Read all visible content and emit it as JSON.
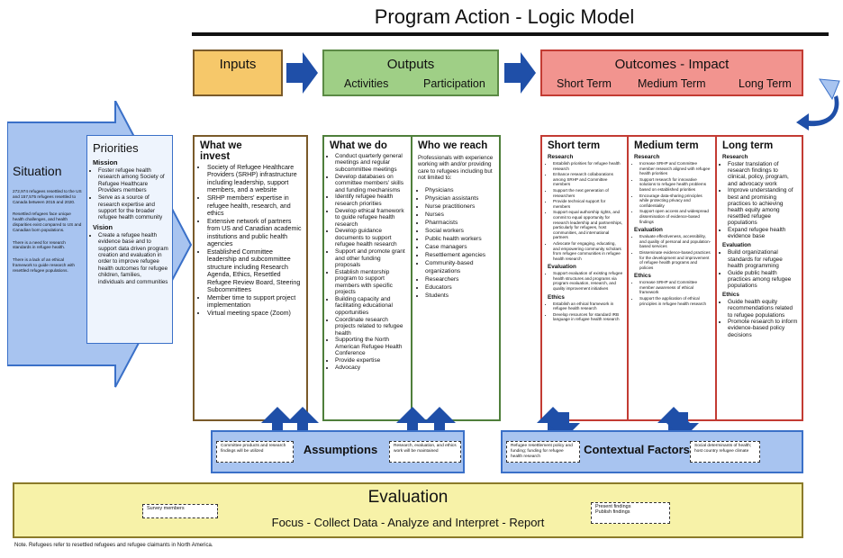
{
  "title": "Program Action - Logic Model",
  "headers": {
    "inputs": "Inputs",
    "outputs": "Outputs",
    "activities": "Activities",
    "participation": "Participation",
    "outcomes": "Outcomes - Impact",
    "short_term": "Short Term",
    "medium_term": "Medium Term",
    "long_term": "Long Term"
  },
  "situation": {
    "title": "Situation",
    "paragraphs": [
      "272,974 refugees resettled to the US and 157,575 refugees resettled to Canada between 2015 and 2020.",
      "Resettled refugees face unique health challenges, and health disparities exist compared to US and Canadian born populations.",
      "There is a need for research standards in refugee health.",
      "There is a lack of an ethical framework to guide research with resettled refugee populations."
    ]
  },
  "priorities": {
    "title": "Priorities",
    "mission_label": "Mission",
    "mission_items": [
      "Foster refugee health research among Society of Refugee Healthcare Providers members",
      "Serve as a source of research expertise and support for the broader refugee health community"
    ],
    "vision_label": "Vision",
    "vision_items": [
      "Create a refugee health evidence base and to support data driven program creation and evaluation in order to improve refugee health outcomes for refugee children, families, individuals and communities"
    ]
  },
  "invest": {
    "title_line1": "What we",
    "title_line2": "invest",
    "items": [
      "Society of Refugee Healthcare Providers (SRHP) infrastructure including leadership, support members, and a website",
      "SRHP members' expertise in refugee health, research, and ethics",
      "Extensive network of partners from US and Canadian academic institutions and public health agencies",
      "Established Committee leadership and subcommittee structure including Research Agenda, Ethics, Resettled Refugee Review Board, Steering Subcommittees",
      "Member time to support project implementation",
      "Virtual meeting space (Zoom)"
    ]
  },
  "do": {
    "title": "What we do",
    "items": [
      "Conduct quarterly general meetings and regular subcommittee meetings",
      "Develop databases on committee members' skills and funding mechanisms",
      "Identify refugee health research priorities",
      "Develop ethical framework to guide refugee health research",
      "Develop guidance documents to support refugee health research",
      "Support and promote grant and other funding proposals",
      "Establish mentorship program to support members with specific projects",
      "Building capacity and facilitating educational opportunities",
      "Coordinate research projects related to refugee health",
      "Supporting the North American Refugee Health Conference",
      "Provide expertise",
      "Advocacy"
    ]
  },
  "reach": {
    "title": "Who we reach",
    "intro": "Professionals with experience working with and/or providing care to refugees including but not limited to:",
    "items": [
      "Physicians",
      "Physician assistants",
      "Nurse practitioners",
      "Nurses",
      "Pharmacists",
      "Social workers",
      "Public health workers",
      "Case managers",
      "Resettlement agencies",
      "Community-based organizations",
      "Researchers",
      "Educators",
      "Students"
    ]
  },
  "short": {
    "title": "Short term",
    "research_label": "Research",
    "research_items": [
      "Establish priorities for refugee health research",
      "Enhance research collaborations among SRHP and Committee members",
      "Support the next generation of researchers",
      "Provide technical support for members",
      "Support equal authorship rights, and commit to equal opportunity for research leadership and partnerships, particularly for refugees, host communities, and international partners",
      "Advocate for engaging, educating, and empowering community scholars from refugee communities in refugee health research"
    ],
    "evaluation_label": "Evaluation",
    "evaluation_items": [
      "Support evaluation of existing refugee health structures and programs via program evaluation, research, and quality improvement initiatives"
    ],
    "ethics_label": "Ethics",
    "ethics_items": [
      "Establish an ethical framework in refugee health research",
      "Develop resources for standard IRB language in refugee health research"
    ]
  },
  "medium": {
    "title": "Medium term",
    "research_label": "Research",
    "research_items": [
      "Increase SRHP and Committee member research aligned with refugee health priorities",
      "Support research for innovative solutions to refugee health problems based on established priorities",
      "Encourage data-sharing principles while protecting privacy and confidentiality",
      "Support open access and widespread dissemination of evidence-based findings"
    ],
    "evaluation_label": "Evaluation",
    "evaluation_items": [
      "Evaluate effectiveness, accessibility, and quality of personal and population-based services",
      "Disseminate evidence-based practices for the development and improvement of refugee health programs and policies"
    ],
    "ethics_label": "Ethics",
    "ethics_items": [
      "Increase SRHP and Committee member awareness of ethical framework",
      "Support the application of ethical principles in refugee health research"
    ]
  },
  "long": {
    "title": "Long term",
    "research_label": "Research",
    "research_items": [
      "Foster translation of research findings to clinical, policy, program, and advocacy work",
      "Improve understanding of best and promising practices to achieving health equity among resettled refugee populations",
      "Expand refugee health evidence base"
    ],
    "evaluation_label": "Evaluation",
    "evaluation_items": [
      "Build organizational standards for refugee health programming",
      "Guide public health practices among refugee populations"
    ],
    "ethics_label": "Ethics",
    "ethics_items": [
      "Guide health equity recommendations related to refugee populations",
      "Promote research to inform evidence-based policy decisions"
    ]
  },
  "assumptions": {
    "title": "Assumptions",
    "left": "Committee products and research findings will be utilized",
    "right": "Research, evaluation, and ethics work will be maintained"
  },
  "contextual": {
    "title": "Contextual Factors",
    "left": "Refugee resettlement policy and funding; funding for refugee health research",
    "right": "Social determinants of health; host country refugee climate"
  },
  "evaluation": {
    "title": "Evaluation",
    "focus": "Focus - Collect Data - Analyze and Interpret - Report",
    "left_box": "Survey members",
    "right_box_line1": "Present findings",
    "right_box_line2": "Publish findings"
  },
  "note": "Note. Refugees refer to resettled refugees and refugee claimants in North America.",
  "colors": {
    "inputs_fill": "#f6c86a",
    "outputs_fill": "#9fcf86",
    "outcomes_fill": "#f2948f",
    "arrow_blue": "#1f4fa8",
    "situation_fill": "#a8c4f0",
    "evaluation_fill": "#f7f2a8"
  }
}
